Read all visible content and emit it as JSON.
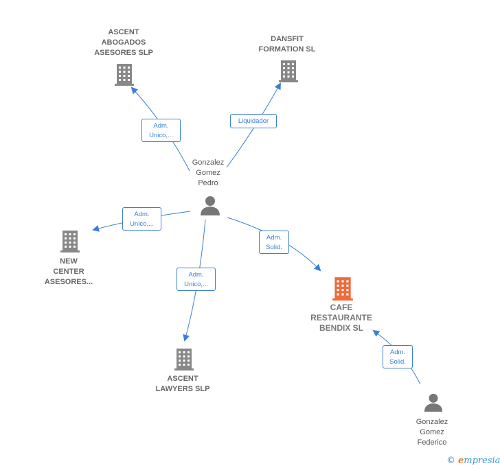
{
  "colors": {
    "edge": "#3a7fd6",
    "company": "#888888",
    "target_company": "#f06a3a",
    "person": "#777777"
  },
  "nodes": {
    "ascent_abogados": {
      "label": "ASCENT\nABOGADOS\nASESORES  SLP",
      "icon": "building-icon"
    },
    "dansfit": {
      "label": "DANSFIT\nFORMATION SL",
      "icon": "building-icon"
    },
    "new_center": {
      "label": "NEW\nCENTER\nASESORES...",
      "icon": "building-icon"
    },
    "ascent_lawyers": {
      "label": "ASCENT\nLAWYERS SLP",
      "icon": "building-icon"
    },
    "cafe_restaurante": {
      "label": "CAFE\nRESTAURANTE\nBENDIX  SL",
      "icon": "building-icon"
    },
    "pedro": {
      "label": "Gonzalez\nGomez\nPedro",
      "icon": "person-icon"
    },
    "federico": {
      "label": "Gonzalez\nGomez\nFederico",
      "icon": "person-icon"
    }
  },
  "edges": {
    "pedro_ascent_abogados": "Adm.\nUnico,...",
    "pedro_dansfit": "Liquidador",
    "pedro_new_center": "Adm.\nUnico,...",
    "pedro_ascent_lawyers": "Adm.\nUnico,...",
    "pedro_cafe": "Adm.\nSolid.",
    "federico_cafe": "Adm.\nSolid."
  },
  "brand": {
    "copyright": "©",
    "e": "e",
    "name": "mpresia"
  }
}
